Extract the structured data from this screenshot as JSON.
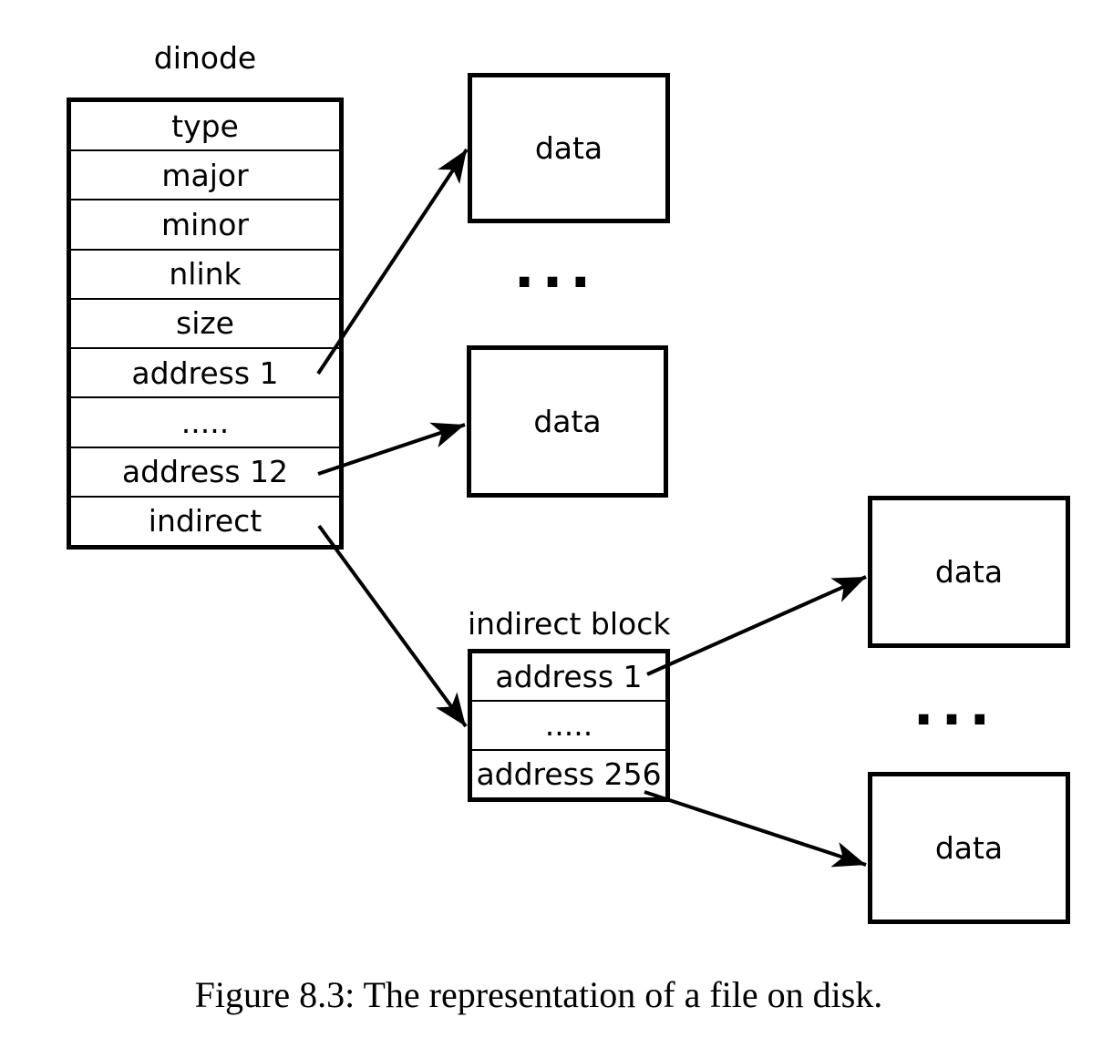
{
  "dinode": {
    "label": "dinode",
    "rows": [
      "type",
      "major",
      "minor",
      "nlink",
      "size",
      "address 1",
      ".....",
      "address 12",
      "indirect"
    ]
  },
  "indirect_block": {
    "label": "indirect block",
    "rows": [
      "address 1",
      ".....",
      "address 256"
    ]
  },
  "data_boxes": [
    "data",
    "data",
    "data",
    "data"
  ],
  "ellipsis": {
    "direct": "...",
    "indirect": "..."
  },
  "caption": "Figure 8.3: The representation of a file on disk.",
  "colors": {
    "ink": "#000000",
    "background": "#ffffff"
  }
}
